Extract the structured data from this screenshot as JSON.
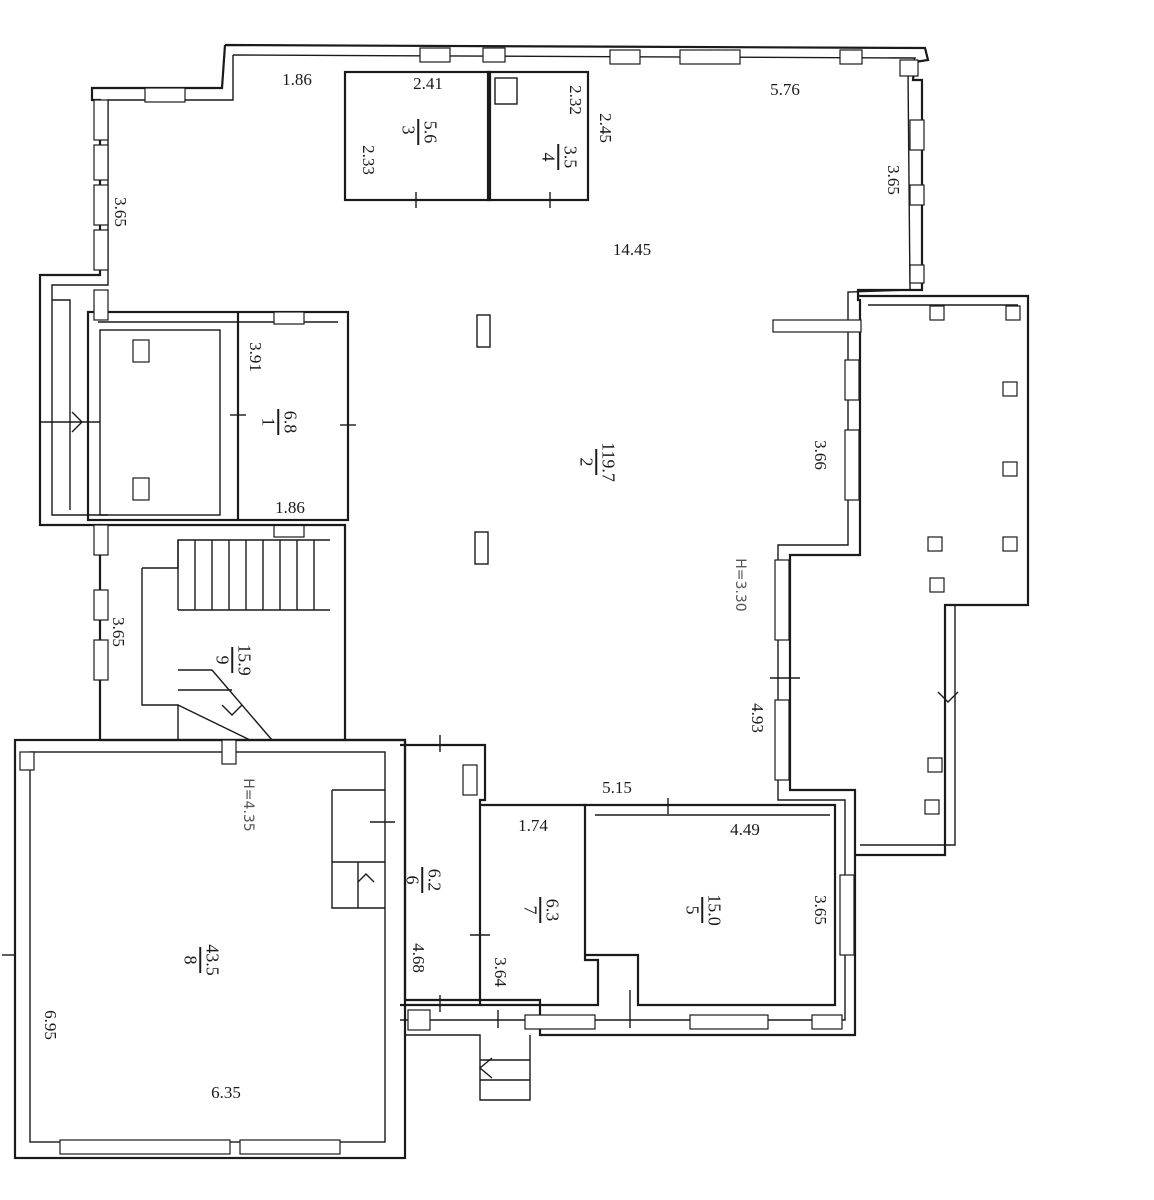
{
  "rooms": [
    {
      "id": "1",
      "area": "6.8"
    },
    {
      "id": "2",
      "area": "119.7"
    },
    {
      "id": "3",
      "area": "5.6"
    },
    {
      "id": "4",
      "area": "3.5"
    },
    {
      "id": "5",
      "area": "15.0"
    },
    {
      "id": "6",
      "area": "6.2"
    },
    {
      "id": "7",
      "area": "6.3"
    },
    {
      "id": "8",
      "area": "43.5"
    },
    {
      "id": "9",
      "area": "15.9"
    }
  ],
  "dimensions": {
    "top_left_186": "1.86",
    "room3_241": "2.41",
    "room3_233": "2.33",
    "room4_232": "2.32",
    "room4_245": "2.45",
    "top_576": "5.76",
    "right_365_top": "3.65",
    "left_365_top": "3.65",
    "hall_1445": "14.45",
    "room1_391": "3.91",
    "room1_186": "1.86",
    "right_366": "3.66",
    "stair_365": "3.65",
    "hall_493": "4.93",
    "hall_515": "5.15",
    "room7_174": "1.74",
    "room5_449": "4.49",
    "room5_365": "3.65",
    "room6_468": "4.68",
    "room7_364": "3.64",
    "room8_695": "6.95",
    "room8_635": "6.35"
  },
  "notes": {
    "height_hall": "H=3.30",
    "height_room8": "H=4.35"
  }
}
